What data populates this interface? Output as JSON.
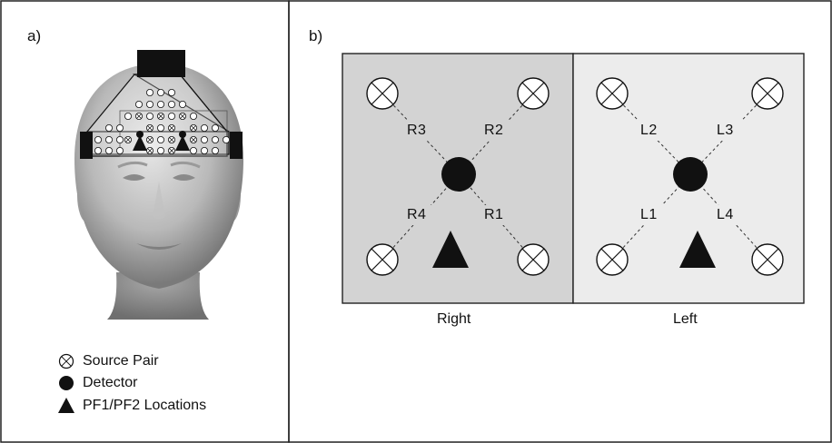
{
  "panel_a": {
    "label": "a)",
    "legend": [
      {
        "symbol": "source-pair",
        "text": "Source Pair"
      },
      {
        "symbol": "detector",
        "text": "Detector"
      },
      {
        "symbol": "triangle",
        "text": "PF1/PF2 Locations"
      }
    ]
  },
  "panel_b": {
    "label": "b)",
    "right": {
      "caption": "Right",
      "channels": {
        "top_left": "R3",
        "top_right": "R2",
        "bottom_left": "R4",
        "bottom_right": "R1"
      },
      "fill": "#d3d3d3"
    },
    "left": {
      "caption": "Left",
      "channels": {
        "top_left": "L2",
        "top_right": "L3",
        "bottom_left": "L1",
        "bottom_right": "L4"
      },
      "fill": "#ececec"
    }
  }
}
